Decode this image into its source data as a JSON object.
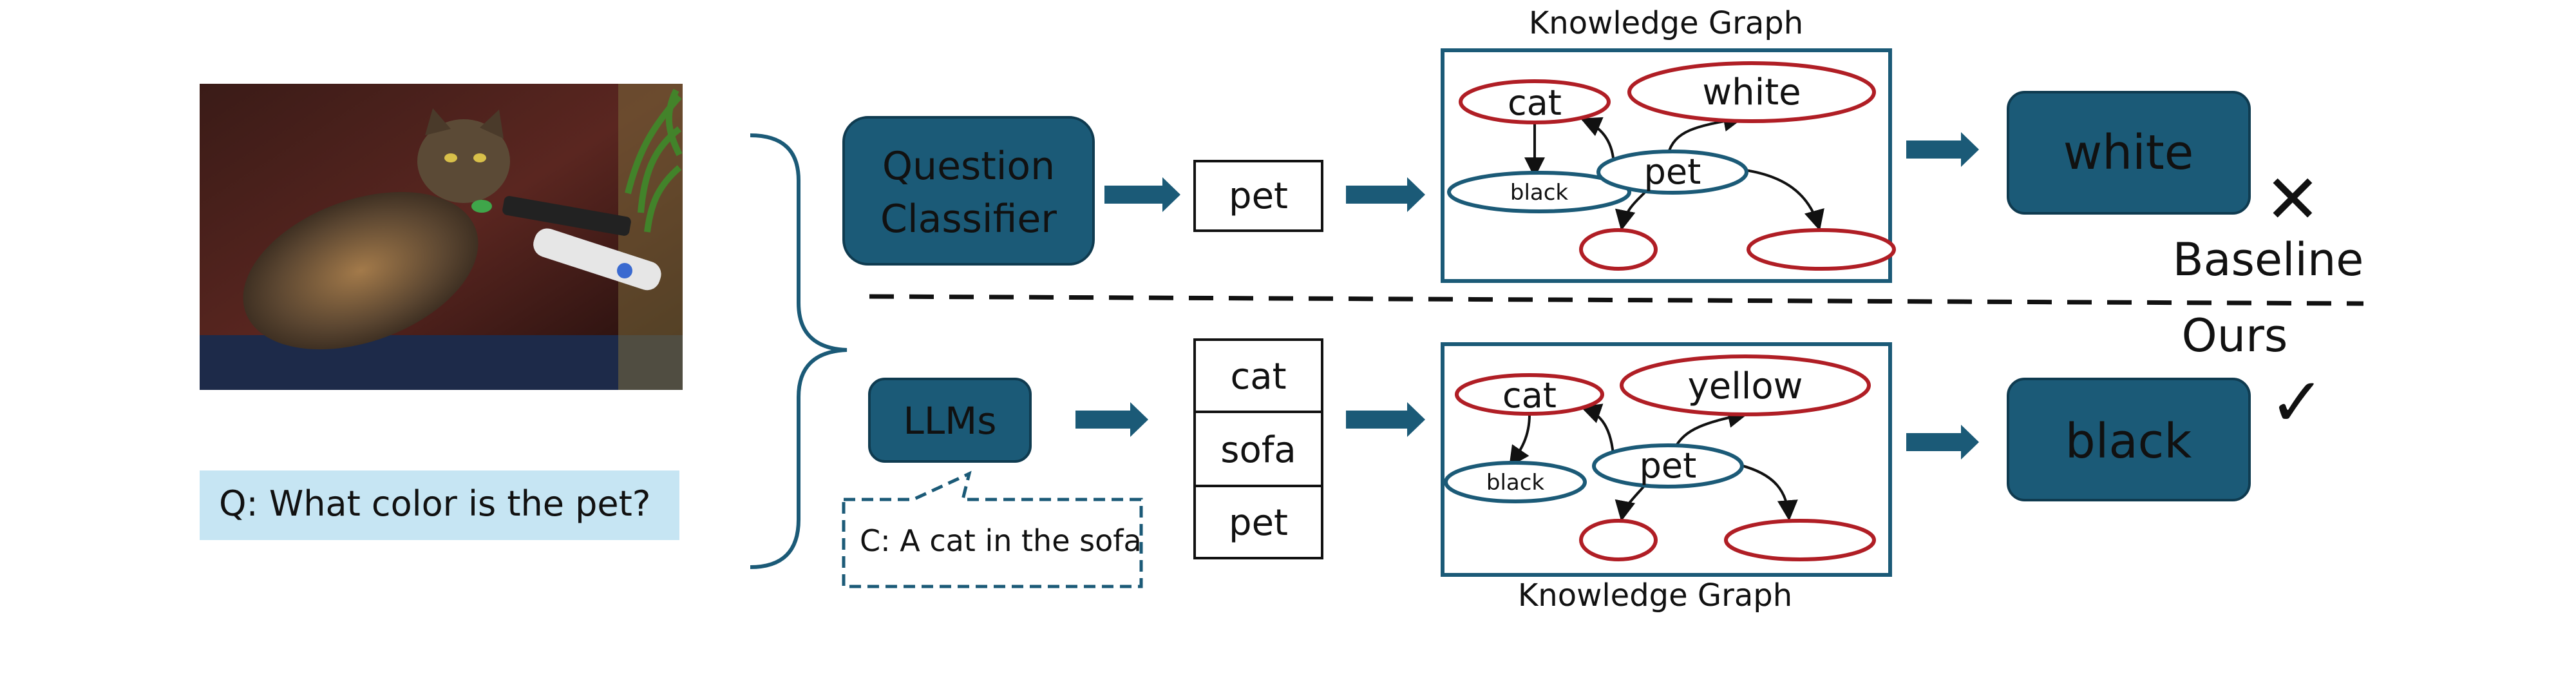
{
  "photo": {
    "alt": "cat lying on a leather sofa next to remote controls"
  },
  "question": {
    "text": "Q: What color is the pet?"
  },
  "baseline": {
    "classifier_label_1": "Question",
    "classifier_label_2": "Classifier",
    "keyword": "pet",
    "kg_title": "Knowledge Graph",
    "nodes": {
      "cat": "cat",
      "white": "white",
      "black": "black",
      "pet": "pet"
    },
    "answer": "white",
    "mark": "✕",
    "label": "Baseline"
  },
  "ours": {
    "llm_label": "LLMs",
    "caption": "C: A cat in the sofa",
    "keywords": [
      "cat",
      "sofa",
      "pet"
    ],
    "kg_title": "Knowledge Graph",
    "nodes": {
      "cat": "cat",
      "yellow": "yellow",
      "black": "black",
      "pet": "pet"
    },
    "answer": "black",
    "mark": "✓",
    "label": "Ours"
  },
  "colors": {
    "primary": "#1b5a77",
    "red": "#b01e25",
    "question_bg": "#c6e5f3",
    "dashed": "#111111"
  }
}
